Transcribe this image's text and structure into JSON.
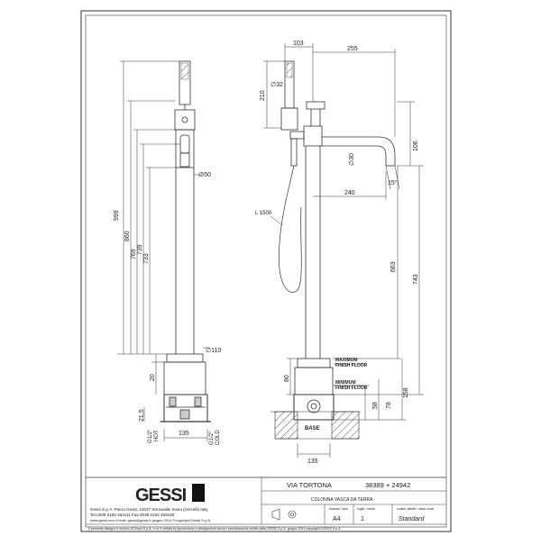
{
  "product": {
    "name": "VIA TORTONA",
    "code": "38389 + 24942",
    "description": "COLONNA VASCA DA TERRA"
  },
  "logo": {
    "text": "GESSI"
  },
  "company": {
    "line1": "Gessi S.p.A. Parco Gessi, 13037 Serravalle Sesia (Vercelli) Italy",
    "line2": "Tel.0039  0163  454111  Fax.0039  0163  459150",
    "line3": "www.gessi.com   e.mail: gessi@gessi.it     giugno  2014  ©copyright Gessi S.p.A."
  },
  "titleblock": {
    "formato_label": "formato / size",
    "formato_value": "A4",
    "foglio_label": "foglio / sheet",
    "foglio_value": "1",
    "codice_label": "codice cliente / client code",
    "codice_value": "Standard"
  },
  "footer": "Il presente disegno è tecnico di Gessi S.p.A. e ne è vietata la riproduzione o divulgazione senza l'autorizzazione scritta della GESSI S.p.A.    giugno 2014   copyright©GESSI S.p.A.",
  "labels": {
    "maximum_finish_floor_1": "MAXIMUM",
    "maximum_finish_floor_2": "FINISH FLOOR",
    "minimum_finish_floor_1": "MINIMUM",
    "minimum_finish_floor_2": "FINISH FLOOR",
    "base": "BASE",
    "hose": "L 1500",
    "hot": "HOT",
    "cold": "COLD"
  },
  "dimensions_front": {
    "total_height": "999",
    "h860": "860",
    "h769": "769",
    "h739": "739",
    "h733": "733",
    "h20": "20",
    "d50": "∅50",
    "d110": "∅110",
    "w135": "135",
    "g_half_hot": "G1/2\"",
    "g_half_cold": "G1/2\"",
    "h21_5": "21,5"
  },
  "dimensions_side": {
    "w103": "103",
    "w255": "255",
    "d32": "∅32",
    "h210": "210",
    "h106": "106",
    "d30": "∅30",
    "a15": "15°",
    "w240": "240",
    "h663": "663",
    "h743": "743",
    "h80": "80",
    "h158": "158",
    "h58": "58",
    "h78": "78",
    "w135": "135"
  }
}
